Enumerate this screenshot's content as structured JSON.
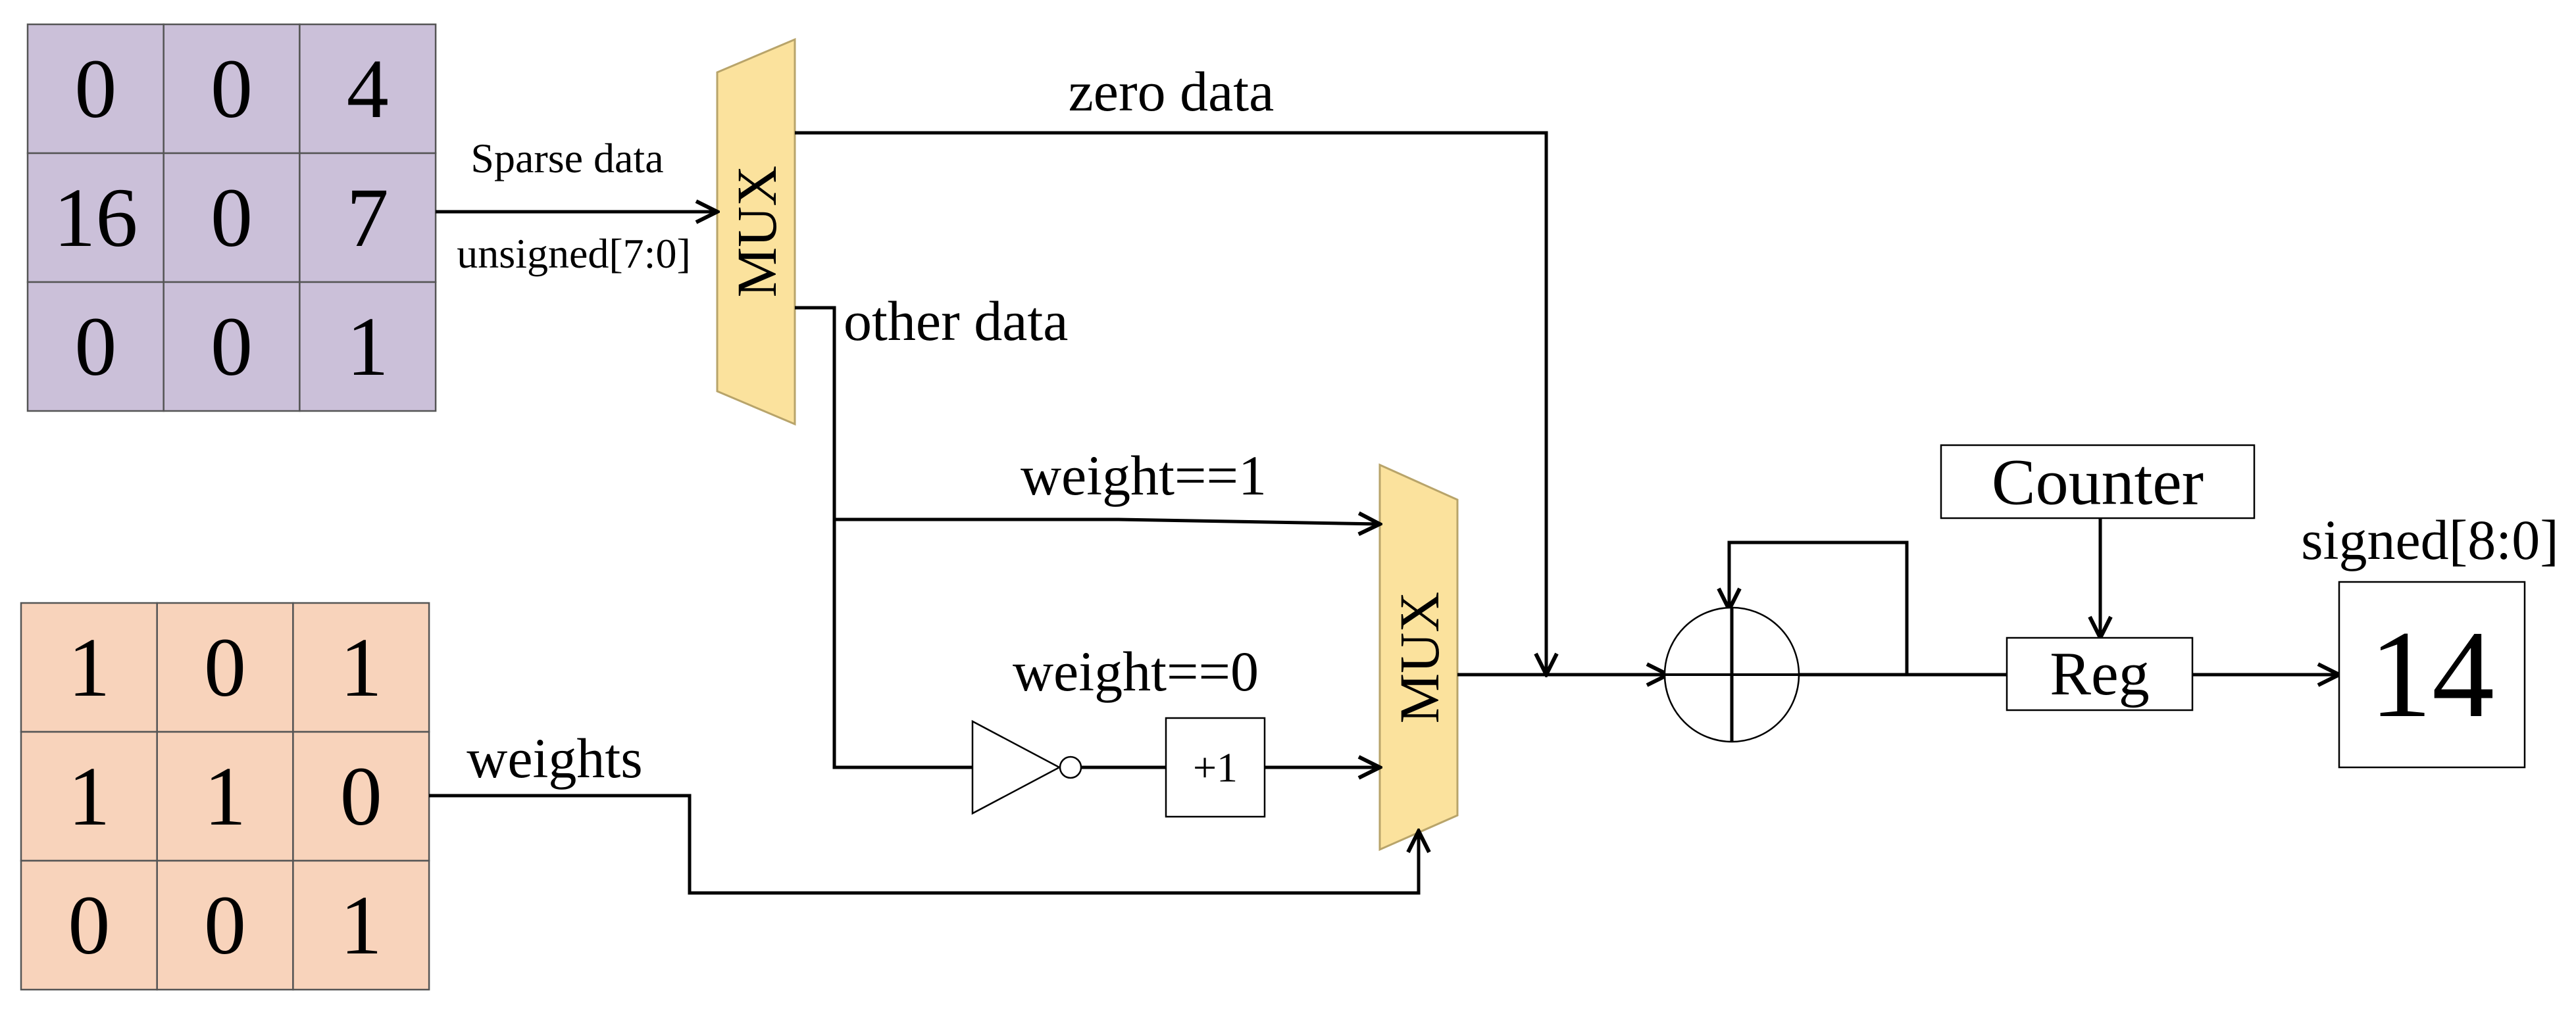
{
  "sparse_matrix": {
    "color": "#cbc0d9",
    "rows": [
      [
        "0",
        "0",
        "4"
      ],
      [
        "16",
        "0",
        "7"
      ],
      [
        "0",
        "0",
        "1"
      ]
    ]
  },
  "weight_matrix": {
    "color": "#f8d3bb",
    "rows": [
      [
        "1",
        "0",
        "1"
      ],
      [
        "1",
        "1",
        "0"
      ],
      [
        "0",
        "0",
        "1"
      ]
    ]
  },
  "labels": {
    "sparse_data": "Sparse data",
    "unsigned": "unsigned[7:0]",
    "zero_data": "zero data",
    "other_data": "other data",
    "weight_eq_1": "weight==1",
    "weight_eq_0": "weight==0",
    "weights": "weights",
    "plus_one": "+1",
    "counter": "Counter",
    "reg": "Reg",
    "signed": "signed[8:0]",
    "output_value": "14",
    "mux1": "MUX",
    "mux2": "MUX"
  },
  "colors": {
    "mux": "#fbe29d",
    "mux_stroke": "#b8a46a"
  }
}
